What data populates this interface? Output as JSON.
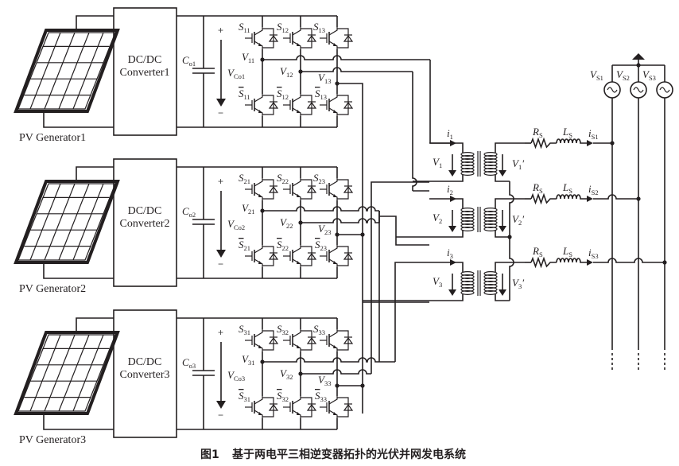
{
  "figure": {
    "caption_number": "图1",
    "caption_text": "基于两电平三相逆变器拓扑的光伏并网发电系统"
  },
  "units": [
    {
      "pv_label": "PV Generator1",
      "converter_line1": "DC/DC",
      "converter_line2": "Converter1",
      "cap": {
        "main": "C",
        "sub": "o1"
      },
      "vdc": {
        "main": "V",
        "sub": "Co1"
      },
      "switches_top": [
        {
          "main": "S",
          "sub": "11"
        },
        {
          "main": "S",
          "sub": "12"
        },
        {
          "main": "S",
          "sub": "13"
        }
      ],
      "switches_bot": [
        {
          "main": "S",
          "sub": "11"
        },
        {
          "main": "S",
          "sub": "12"
        },
        {
          "main": "S",
          "sub": "13"
        }
      ],
      "nodes": [
        {
          "main": "V",
          "sub": "11"
        },
        {
          "main": "V",
          "sub": "12"
        },
        {
          "main": "V",
          "sub": "13"
        }
      ]
    },
    {
      "pv_label": "PV Generator2",
      "converter_line1": "DC/DC",
      "converter_line2": "Converter2",
      "cap": {
        "main": "C",
        "sub": "o2"
      },
      "vdc": {
        "main": "V",
        "sub": "Co2"
      },
      "switches_top": [
        {
          "main": "S",
          "sub": "21"
        },
        {
          "main": "S",
          "sub": "22"
        },
        {
          "main": "S",
          "sub": "23"
        }
      ],
      "switches_bot": [
        {
          "main": "S",
          "sub": "21"
        },
        {
          "main": "S",
          "sub": "22"
        },
        {
          "main": "S",
          "sub": "23"
        }
      ],
      "nodes": [
        {
          "main": "V",
          "sub": "21"
        },
        {
          "main": "V",
          "sub": "22"
        },
        {
          "main": "V",
          "sub": "23"
        }
      ]
    },
    {
      "pv_label": "PV Generator3",
      "converter_line1": "DC/DC",
      "converter_line2": "Converter3",
      "cap": {
        "main": "C",
        "sub": "o3"
      },
      "vdc": {
        "main": "V",
        "sub": "Co3"
      },
      "switches_top": [
        {
          "main": "S",
          "sub": "31"
        },
        {
          "main": "S",
          "sub": "32"
        },
        {
          "main": "S",
          "sub": "33"
        }
      ],
      "switches_bot": [
        {
          "main": "S",
          "sub": "31"
        },
        {
          "main": "S",
          "sub": "32"
        },
        {
          "main": "S",
          "sub": "33"
        }
      ],
      "nodes": [
        {
          "main": "V",
          "sub": "31"
        },
        {
          "main": "V",
          "sub": "32"
        },
        {
          "main": "V",
          "sub": "33"
        }
      ]
    }
  ],
  "polarity": {
    "plus": "+",
    "minus": "−"
  },
  "transformers": [
    {
      "current": {
        "main": "i",
        "sub": "1"
      },
      "primary": {
        "main": "V",
        "sub": "1"
      },
      "secondary": {
        "main": "V",
        "sub": "1",
        "prime": "′"
      }
    },
    {
      "current": {
        "main": "i",
        "sub": "2"
      },
      "primary": {
        "main": "V",
        "sub": "2"
      },
      "secondary": {
        "main": "V",
        "sub": "2",
        "prime": "′"
      }
    },
    {
      "current": {
        "main": "i",
        "sub": "3"
      },
      "primary": {
        "main": "V",
        "sub": "3"
      },
      "secondary": {
        "main": "V",
        "sub": "3",
        "prime": "′"
      }
    }
  ],
  "filters": [
    {
      "r": {
        "main": "R",
        "sub": "S"
      },
      "l": {
        "main": "L",
        "sub": "S"
      },
      "i": {
        "main": "i",
        "sub": "S1"
      }
    },
    {
      "r": {
        "main": "R",
        "sub": "S"
      },
      "l": {
        "main": "L",
        "sub": "S"
      },
      "i": {
        "main": "i",
        "sub": "S2"
      }
    },
    {
      "r": {
        "main": "R",
        "sub": "S"
      },
      "l": {
        "main": "L",
        "sub": "S"
      },
      "i": {
        "main": "i",
        "sub": "S3"
      }
    }
  ],
  "grid_sources": [
    {
      "main": "V",
      "sub": "S1"
    },
    {
      "main": "V",
      "sub": "S2"
    },
    {
      "main": "V",
      "sub": "S3"
    }
  ]
}
